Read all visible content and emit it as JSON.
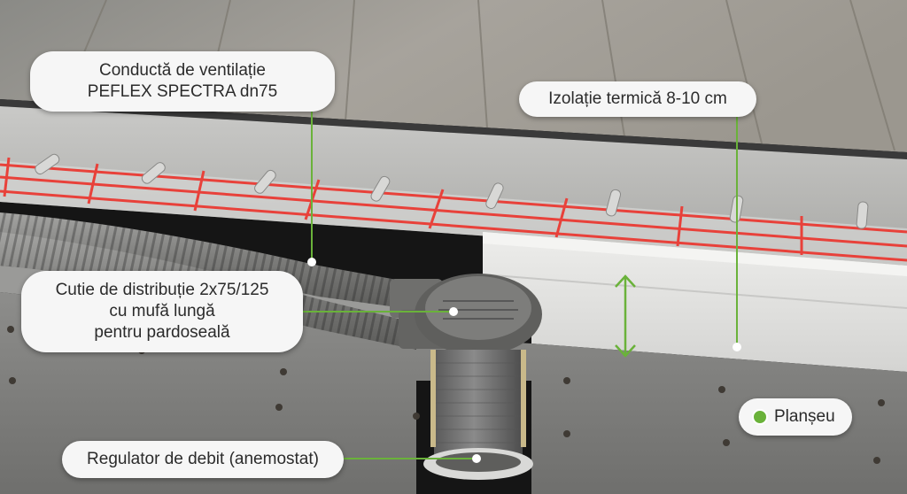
{
  "labels": {
    "duct": [
      "Conductă de ventilație",
      "PEFLEX SPECTRA dn75"
    ],
    "insulation": "Izolație termică 8-10 cm",
    "box": [
      "Cutie de distribuție 2x75/125",
      "cu mufă lungă",
      "pentru pardoseală"
    ],
    "slab": "Planșeu",
    "regulator": "Regulator de debit (anemostat)"
  },
  "colors": {
    "accent": "#6ab23a",
    "heating_pipe": "#e8413a",
    "callout_bg": "#f6f6f6",
    "text": "#2b2b2b"
  }
}
